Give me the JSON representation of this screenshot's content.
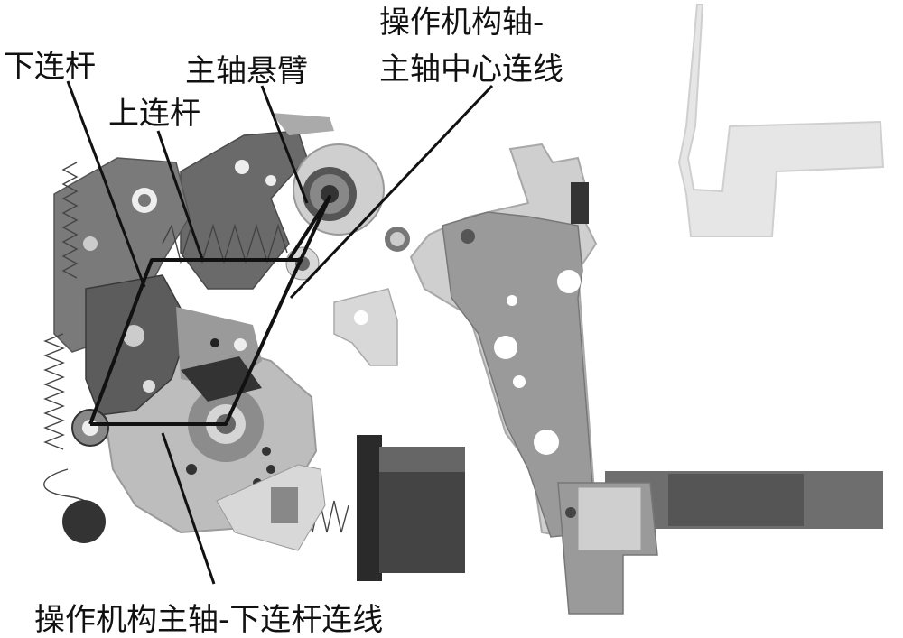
{
  "labels": {
    "lower_link": "下连杆",
    "upper_link": "上连杆",
    "main_shaft_arm": "主轴悬臂",
    "mech_shaft_line_1": "操作机构轴-",
    "mech_shaft_line_2": "主轴中心连线",
    "bottom_label": "操作机构主轴-下连杆连线"
  },
  "colors": {
    "dark": "#5a5a5a",
    "mid": "#8c8c8c",
    "light": "#bdbdbd",
    "pale": "#e2e2e2",
    "outline": "#111111"
  }
}
